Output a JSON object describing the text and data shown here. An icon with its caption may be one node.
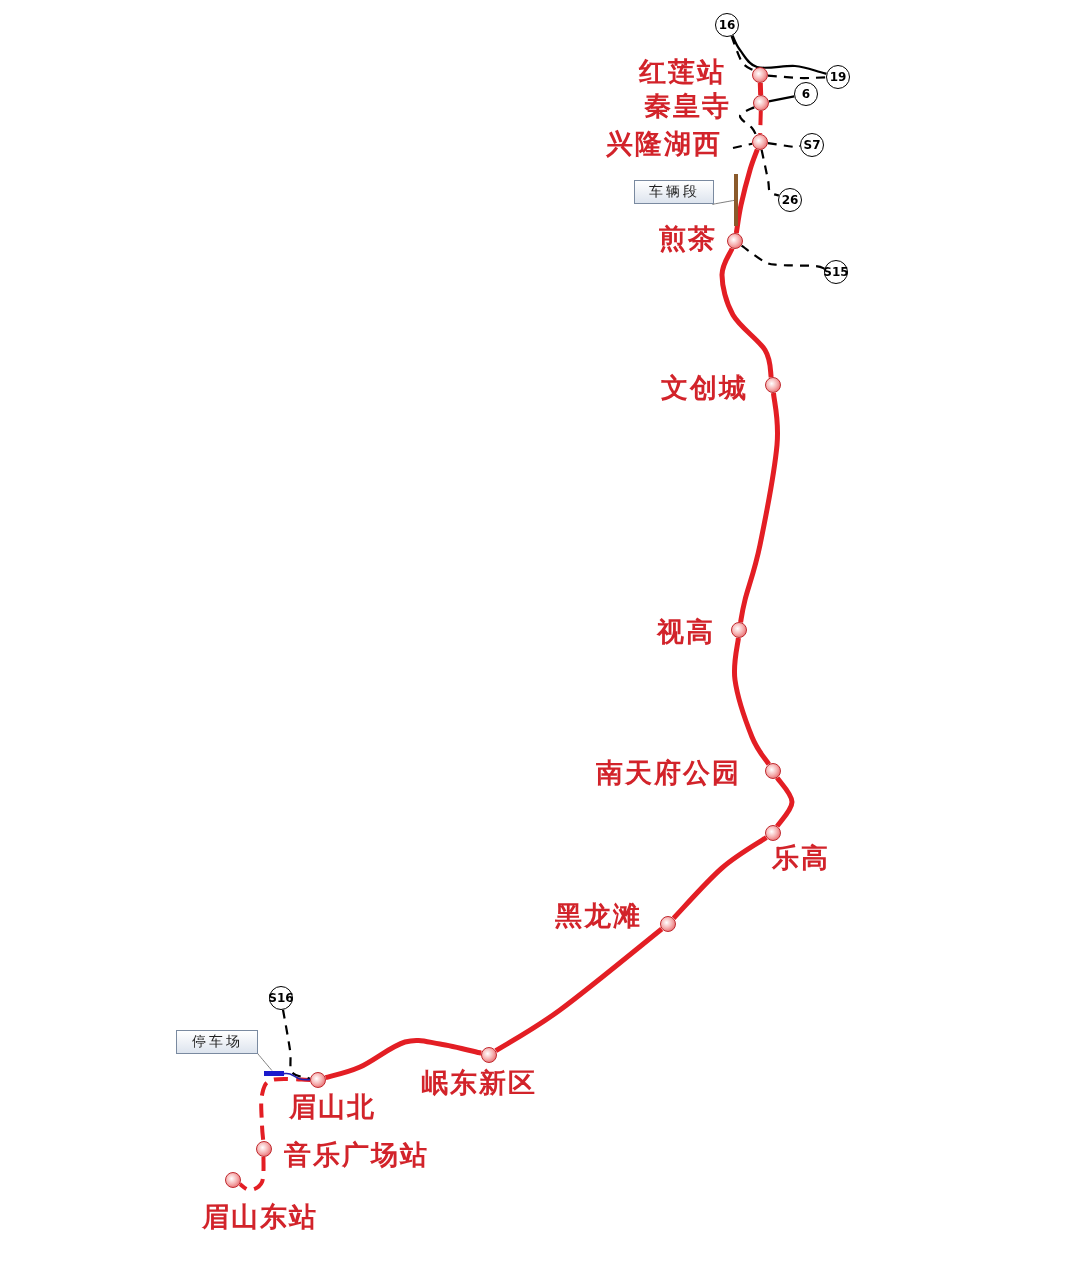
{
  "diagram": {
    "nodes": [
      {
        "text": [],
        "shape": "circle",
        "beside": [
          "红莲站"
        ]
      },
      {
        "text": [],
        "shape": "circle",
        "beside": [
          "秦皇寺"
        ]
      },
      {
        "text": [],
        "shape": "circle",
        "beside": [
          "兴隆湖西"
        ]
      },
      {
        "text": [],
        "shape": "circle",
        "beside": [
          "煎茶"
        ]
      },
      {
        "text": [],
        "shape": "circle",
        "beside": [
          "文创城"
        ]
      },
      {
        "text": [],
        "shape": "circle",
        "beside": [
          "视高"
        ]
      },
      {
        "text": [],
        "shape": "circle",
        "beside": [
          "南天府公园"
        ]
      },
      {
        "text": [],
        "shape": "circle",
        "beside": [
          "乐高"
        ]
      },
      {
        "text": [],
        "shape": "circle",
        "beside": [
          "黑龙滩"
        ]
      },
      {
        "text": [],
        "shape": "circle",
        "beside": [
          "岷东新区"
        ]
      },
      {
        "text": [],
        "shape": "circle",
        "beside": [
          "眉山北"
        ]
      },
      {
        "text": [],
        "shape": "circle",
        "beside": [
          "音乐广场站"
        ]
      },
      {
        "text": [],
        "shape": "circle",
        "beside": [
          "眉山东站"
        ]
      },
      {
        "text": [
          "16"
        ]
      },
      {
        "text": [
          "19"
        ]
      },
      {
        "text": [
          "6"
        ]
      },
      {
        "text": [
          "S7"
        ]
      },
      {
        "text": [
          "26"
        ]
      },
      {
        "text": [
          "S15"
        ]
      },
      {
        "text": [
          "S16"
        ]
      },
      {
        "text": [
          "车辆段"
        ]
      },
      {
        "text": [],
        "shape": "bar"
      },
      {
        "text": [
          "停车场"
        ]
      },
      {
        "text": [],
        "shape": "bar"
      }
    ],
    "edges": [
      {
        "from": 0,
        "to": 1,
        "arrow": "none",
        "style": "thick"
      },
      {
        "from": 1,
        "to": 2,
        "arrow": "none",
        "style": "dashed"
      },
      {
        "from": 2,
        "to": 3,
        "arrow": "none",
        "style": "thick"
      },
      {
        "from": 3,
        "to": 4,
        "arrow": "none",
        "style": "thick"
      },
      {
        "from": 4,
        "to": 5,
        "arrow": "none",
        "style": "thick"
      },
      {
        "from": 5,
        "to": 6,
        "arrow": "none",
        "style": "thick"
      },
      {
        "from": 6,
        "to": 7,
        "arrow": "none",
        "style": "thick"
      },
      {
        "from": 7,
        "to": 8,
        "arrow": "none",
        "style": "thick"
      },
      {
        "from": 8,
        "to": 9,
        "arrow": "none",
        "style": "thick"
      },
      {
        "from": 9,
        "to": 10,
        "arrow": "none",
        "style": "thick"
      },
      {
        "from": 10,
        "to": 11,
        "arrow": "none",
        "style": "dashed"
      },
      {
        "from": 11,
        "to": 12,
        "arrow": "none",
        "style": "dashed"
      },
      {
        "from": 13,
        "to": 0,
        "arrow": "none",
        "style": "dashed",
        "color": "#000000"
      },
      {
        "from": 0,
        "to": 14,
        "arrow": "none",
        "style": "dashed",
        "color": "#000000"
      },
      {
        "from": 13,
        "to": 14,
        "arrow": "none",
        "color": "#000000"
      },
      {
        "from": 1,
        "to": 15,
        "arrow": "none",
        "color": "#000000"
      },
      {
        "from": 1,
        "to": 2,
        "arrow": "none",
        "style": "dashed",
        "color": "#000000"
      },
      {
        "from": 2,
        "to": 17,
        "arrow": "none",
        "style": "dashed",
        "color": "#000000"
      },
      {
        "from": null,
        "to": 2,
        "arrow": "none",
        "style": "dashed",
        "color": "#000000"
      },
      {
        "from": 2,
        "to": 16,
        "arrow": "none",
        "style": "dashed",
        "color": "#000000"
      },
      {
        "from": 3,
        "to": 18,
        "arrow": "none",
        "style": "dashed",
        "color": "#000000"
      },
      {
        "from": 19,
        "to": 10,
        "arrow": "none",
        "style": "dashed",
        "color": "#000000"
      },
      {
        "from": 20,
        "to": 21,
        "arrow": "none",
        "color": "#808080"
      },
      {
        "from": 22,
        "to": 23,
        "arrow": "none",
        "color": "#808080"
      },
      {
        "from": 23,
        "to": 10,
        "arrow": "none",
        "color": "#2020b0"
      }
    ]
  }
}
